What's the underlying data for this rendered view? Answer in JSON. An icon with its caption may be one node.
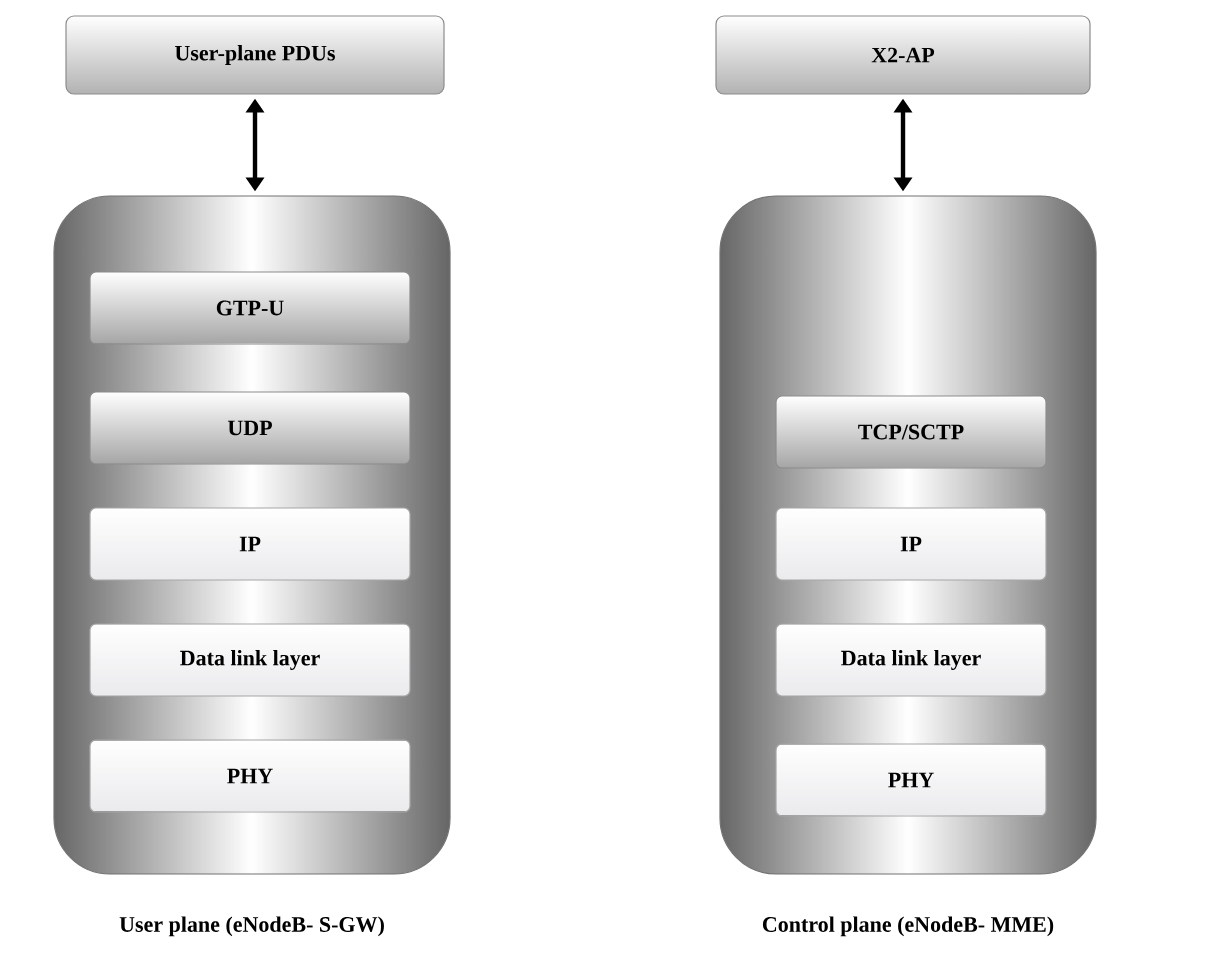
{
  "diagram": {
    "nodes": [
      {
        "text": [
          "User-plane PDUs"
        ]
      },
      {
        "text": [],
        "shape": "box",
        "beside": [
          "User plane (eNodeB- S-GW)"
        ]
      },
      {
        "text": [
          "GTP-U"
        ],
        "in": 1
      },
      {
        "text": [
          "UDP"
        ],
        "in": 1
      },
      {
        "text": [
          "IP"
        ],
        "in": 1
      },
      {
        "text": [
          "Data link layer"
        ],
        "in": 1
      },
      {
        "text": [
          "PHY"
        ],
        "in": 1
      },
      {
        "text": [
          "X2-AP"
        ]
      },
      {
        "text": [],
        "shape": "box",
        "beside": [
          "Control plane (eNodeB- MME)"
        ]
      },
      {
        "text": [
          "TCP/SCTP"
        ],
        "in": 8
      },
      {
        "text": [
          "IP"
        ],
        "in": 8
      },
      {
        "text": [
          "Data link layer"
        ],
        "in": 8
      },
      {
        "text": [
          "PHY"
        ],
        "in": 8
      }
    ],
    "edges": [
      {
        "from": 0,
        "to": 1,
        "arrow": "both"
      },
      {
        "from": 7,
        "to": 8,
        "arrow": "both"
      }
    ]
  }
}
